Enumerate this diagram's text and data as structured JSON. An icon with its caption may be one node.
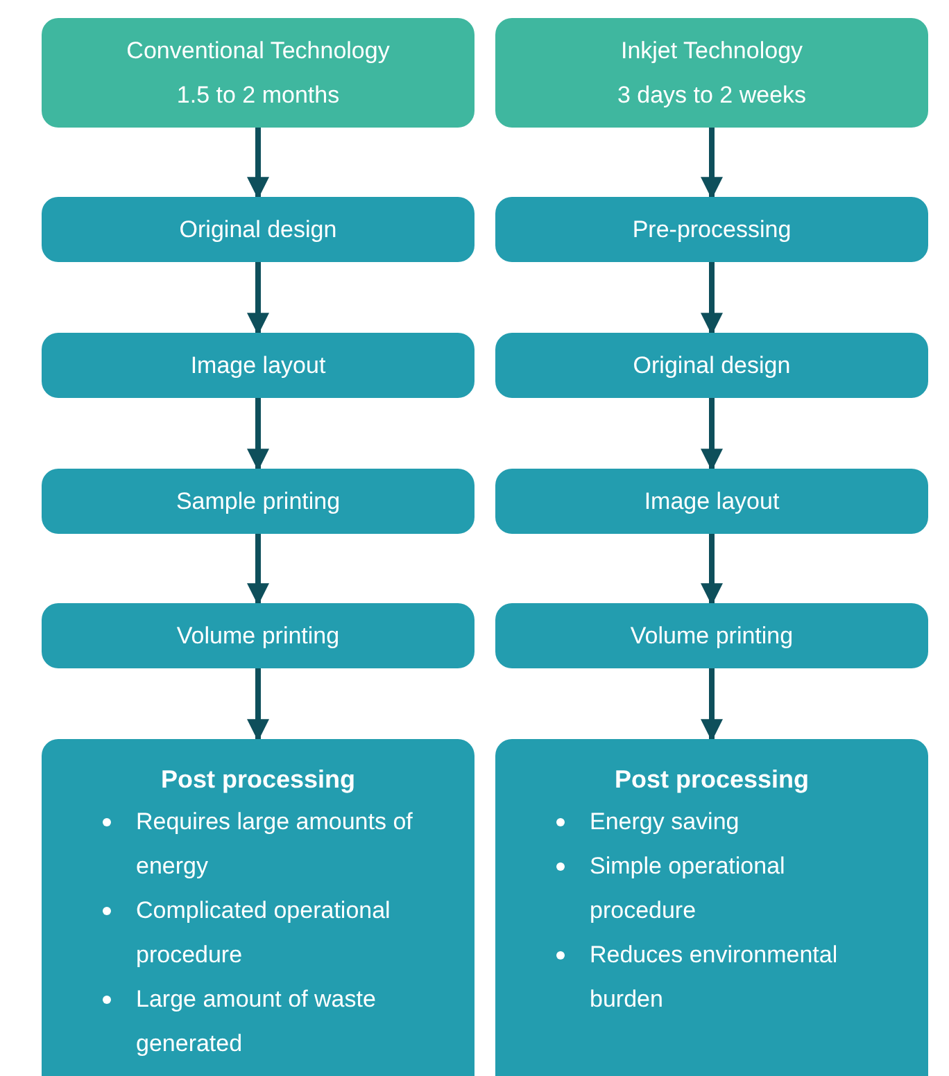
{
  "diagram": {
    "nodes": [
      {
        "text": [
          "Conventional Technology",
          "1.5 to 2 months"
        ]
      },
      {
        "text": [
          "Inkjet Technology",
          "3 days to 2 weeks"
        ]
      },
      {
        "text": [
          "Original design"
        ]
      },
      {
        "text": [
          "Pre-processing"
        ]
      },
      {
        "text": [
          "Image layout"
        ]
      },
      {
        "text": [
          "Original design"
        ]
      },
      {
        "text": [
          "Sample printing"
        ]
      },
      {
        "text": [
          "Image layout"
        ]
      },
      {
        "text": [
          "Volume printing"
        ]
      },
      {
        "text": [
          "Volume printing"
        ]
      },
      {
        "text": [
          "Post processing",
          "Requires large amounts of energy",
          "Complicated operational procedure",
          "Large amount of waste generated"
        ]
      },
      {
        "text": [
          "Post processing",
          "Energy saving",
          "Simple operational procedure",
          "Reduces environmental burden"
        ]
      }
    ],
    "edges": [
      {
        "from": 0,
        "to": 2,
        "arrow": "to"
      },
      {
        "from": 2,
        "to": 4,
        "arrow": "to"
      },
      {
        "from": 4,
        "to": 6,
        "arrow": "to"
      },
      {
        "from": 6,
        "to": 8,
        "arrow": "to"
      },
      {
        "from": 8,
        "to": 10,
        "arrow": "to"
      },
      {
        "from": 1,
        "to": 3,
        "arrow": "to"
      },
      {
        "from": 3,
        "to": 5,
        "arrow": "to"
      },
      {
        "from": 5,
        "to": 7,
        "arrow": "to"
      },
      {
        "from": 7,
        "to": 9,
        "arrow": "to"
      },
      {
        "from": 9,
        "to": 11,
        "arrow": "to"
      }
    ]
  }
}
